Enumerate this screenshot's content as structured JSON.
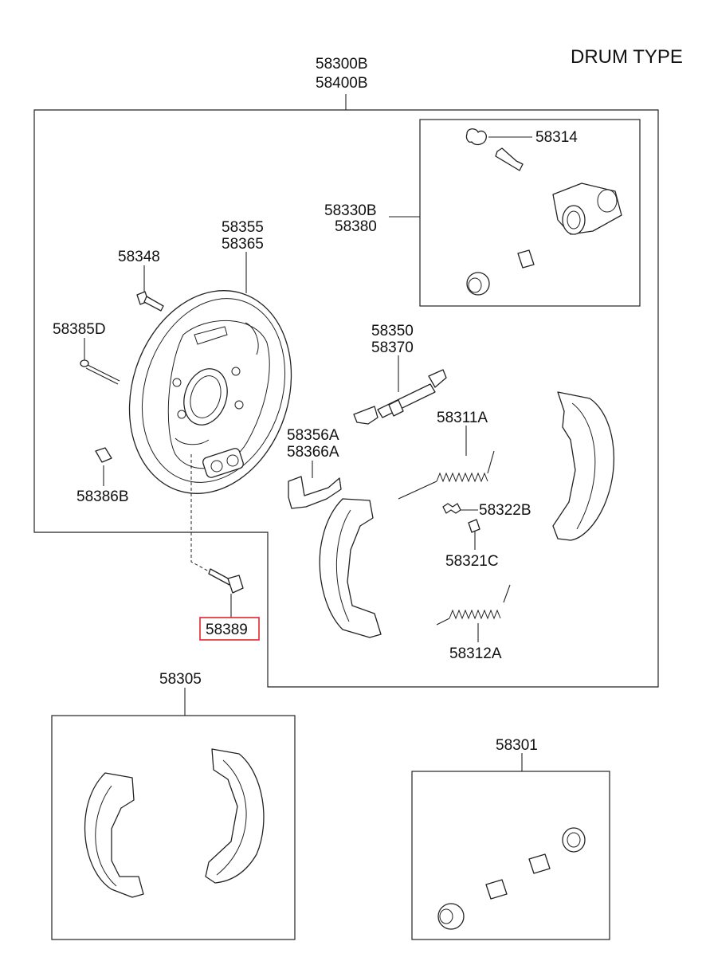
{
  "diagram": {
    "title": "DRUM TYPE",
    "highlight_color": "#e0262b",
    "callouts": {
      "assembly_line1": "58300B",
      "assembly_line2": "58400B",
      "backing_plate_line1": "58355",
      "backing_plate_line2": "58365",
      "bolt_58348": "58348",
      "pin_58385D": "58385D",
      "nut_58386B": "58386B",
      "bolt_58389": "58389",
      "bleeder_58314": "58314",
      "wheel_cylinder_line1": "58330B",
      "wheel_cylinder_line2": "58380",
      "adjuster_line1": "58350",
      "adjuster_line2": "58370",
      "spring_58311A": "58311A",
      "lever_line1": "58356A",
      "lever_line2": "58366A",
      "spring_58322B": "58322B",
      "cup_58321C": "58321C",
      "spring_58312A": "58312A",
      "shoe_kit_58305": "58305",
      "repair_kit_58301": "58301"
    },
    "icons": [
      "backing-plate-icon",
      "bolt-icon",
      "pin-icon",
      "nut-icon",
      "bleeder-screw-icon",
      "wheel-cylinder-icon",
      "adjuster-icon",
      "spring-icon",
      "lever-icon",
      "brake-shoe-icon",
      "piston-cup-icon"
    ]
  }
}
